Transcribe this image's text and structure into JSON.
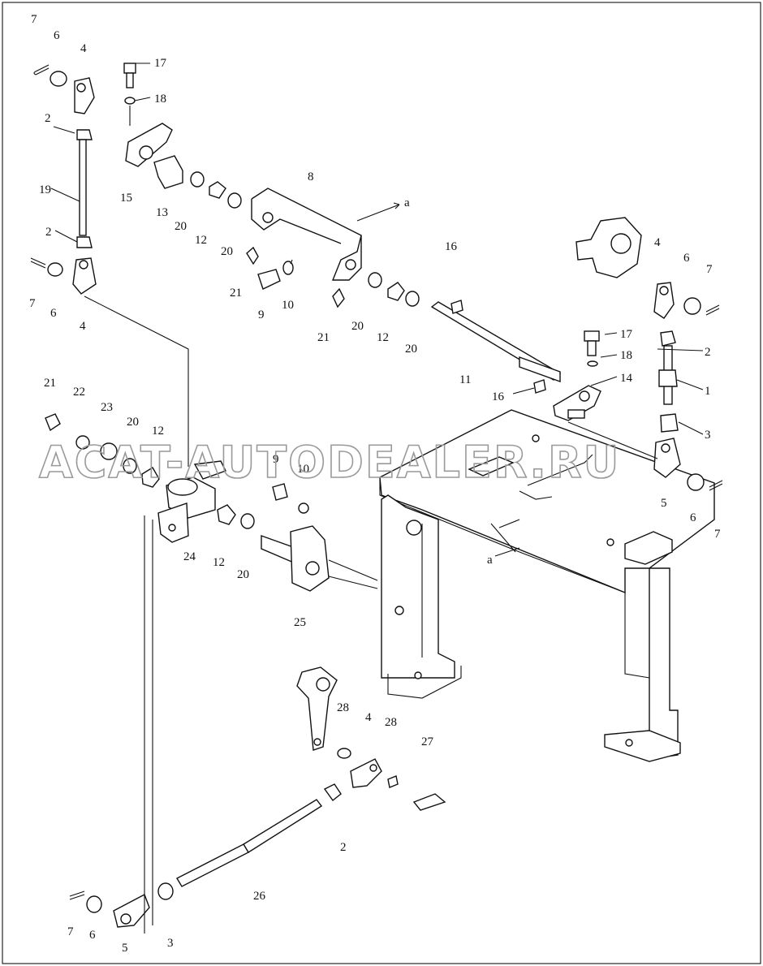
{
  "watermark": "ACAT-AUTODEALER.RU",
  "callouts": [
    {
      "id": "c1",
      "text": "7"
    },
    {
      "id": "c2",
      "text": "6"
    },
    {
      "id": "c3",
      "text": "4"
    },
    {
      "id": "c4",
      "text": "17"
    },
    {
      "id": "c5",
      "text": "18"
    },
    {
      "id": "c6",
      "text": "2"
    },
    {
      "id": "c7",
      "text": "15"
    },
    {
      "id": "c8",
      "text": "19"
    },
    {
      "id": "c9",
      "text": "13"
    },
    {
      "id": "c10",
      "text": "20"
    },
    {
      "id": "c11",
      "text": "12"
    },
    {
      "id": "c12",
      "text": "20"
    },
    {
      "id": "c13",
      "text": "8"
    },
    {
      "id": "c14",
      "text": "a"
    },
    {
      "id": "c15",
      "text": "2"
    },
    {
      "id": "c16",
      "text": "7"
    },
    {
      "id": "c17",
      "text": "6"
    },
    {
      "id": "c18",
      "text": "4"
    },
    {
      "id": "c19",
      "text": "21"
    },
    {
      "id": "c20",
      "text": "9"
    },
    {
      "id": "c21",
      "text": "10"
    },
    {
      "id": "c22",
      "text": "21"
    },
    {
      "id": "c23",
      "text": "20"
    },
    {
      "id": "c24",
      "text": "12"
    },
    {
      "id": "c25",
      "text": "20"
    },
    {
      "id": "c26",
      "text": "16"
    },
    {
      "id": "c27",
      "text": "11"
    },
    {
      "id": "c28",
      "text": "16"
    },
    {
      "id": "c29",
      "text": "4"
    },
    {
      "id": "c30",
      "text": "6"
    },
    {
      "id": "c31",
      "text": "7"
    },
    {
      "id": "c32",
      "text": "17"
    },
    {
      "id": "c33",
      "text": "18"
    },
    {
      "id": "c34",
      "text": "14"
    },
    {
      "id": "c35",
      "text": "2"
    },
    {
      "id": "c36",
      "text": "1"
    },
    {
      "id": "c37",
      "text": "3"
    },
    {
      "id": "c38",
      "text": "5"
    },
    {
      "id": "c39",
      "text": "6"
    },
    {
      "id": "c40",
      "text": "7"
    },
    {
      "id": "c41",
      "text": "a"
    },
    {
      "id": "c42",
      "text": "21"
    },
    {
      "id": "c43",
      "text": "22"
    },
    {
      "id": "c44",
      "text": "23"
    },
    {
      "id": "c45",
      "text": "20"
    },
    {
      "id": "c46",
      "text": "12"
    },
    {
      "id": "c47",
      "text": "9"
    },
    {
      "id": "c48",
      "text": "10"
    },
    {
      "id": "c49",
      "text": "24"
    },
    {
      "id": "c50",
      "text": "12"
    },
    {
      "id": "c51",
      "text": "20"
    },
    {
      "id": "c52",
      "text": "25"
    },
    {
      "id": "c53",
      "text": "28"
    },
    {
      "id": "c54",
      "text": "4"
    },
    {
      "id": "c55",
      "text": "28"
    },
    {
      "id": "c56",
      "text": "27"
    },
    {
      "id": "c57",
      "text": "2"
    },
    {
      "id": "c58",
      "text": "26"
    },
    {
      "id": "c59",
      "text": "7"
    },
    {
      "id": "c60",
      "text": "6"
    },
    {
      "id": "c61",
      "text": "5"
    },
    {
      "id": "c62",
      "text": "3"
    }
  ]
}
